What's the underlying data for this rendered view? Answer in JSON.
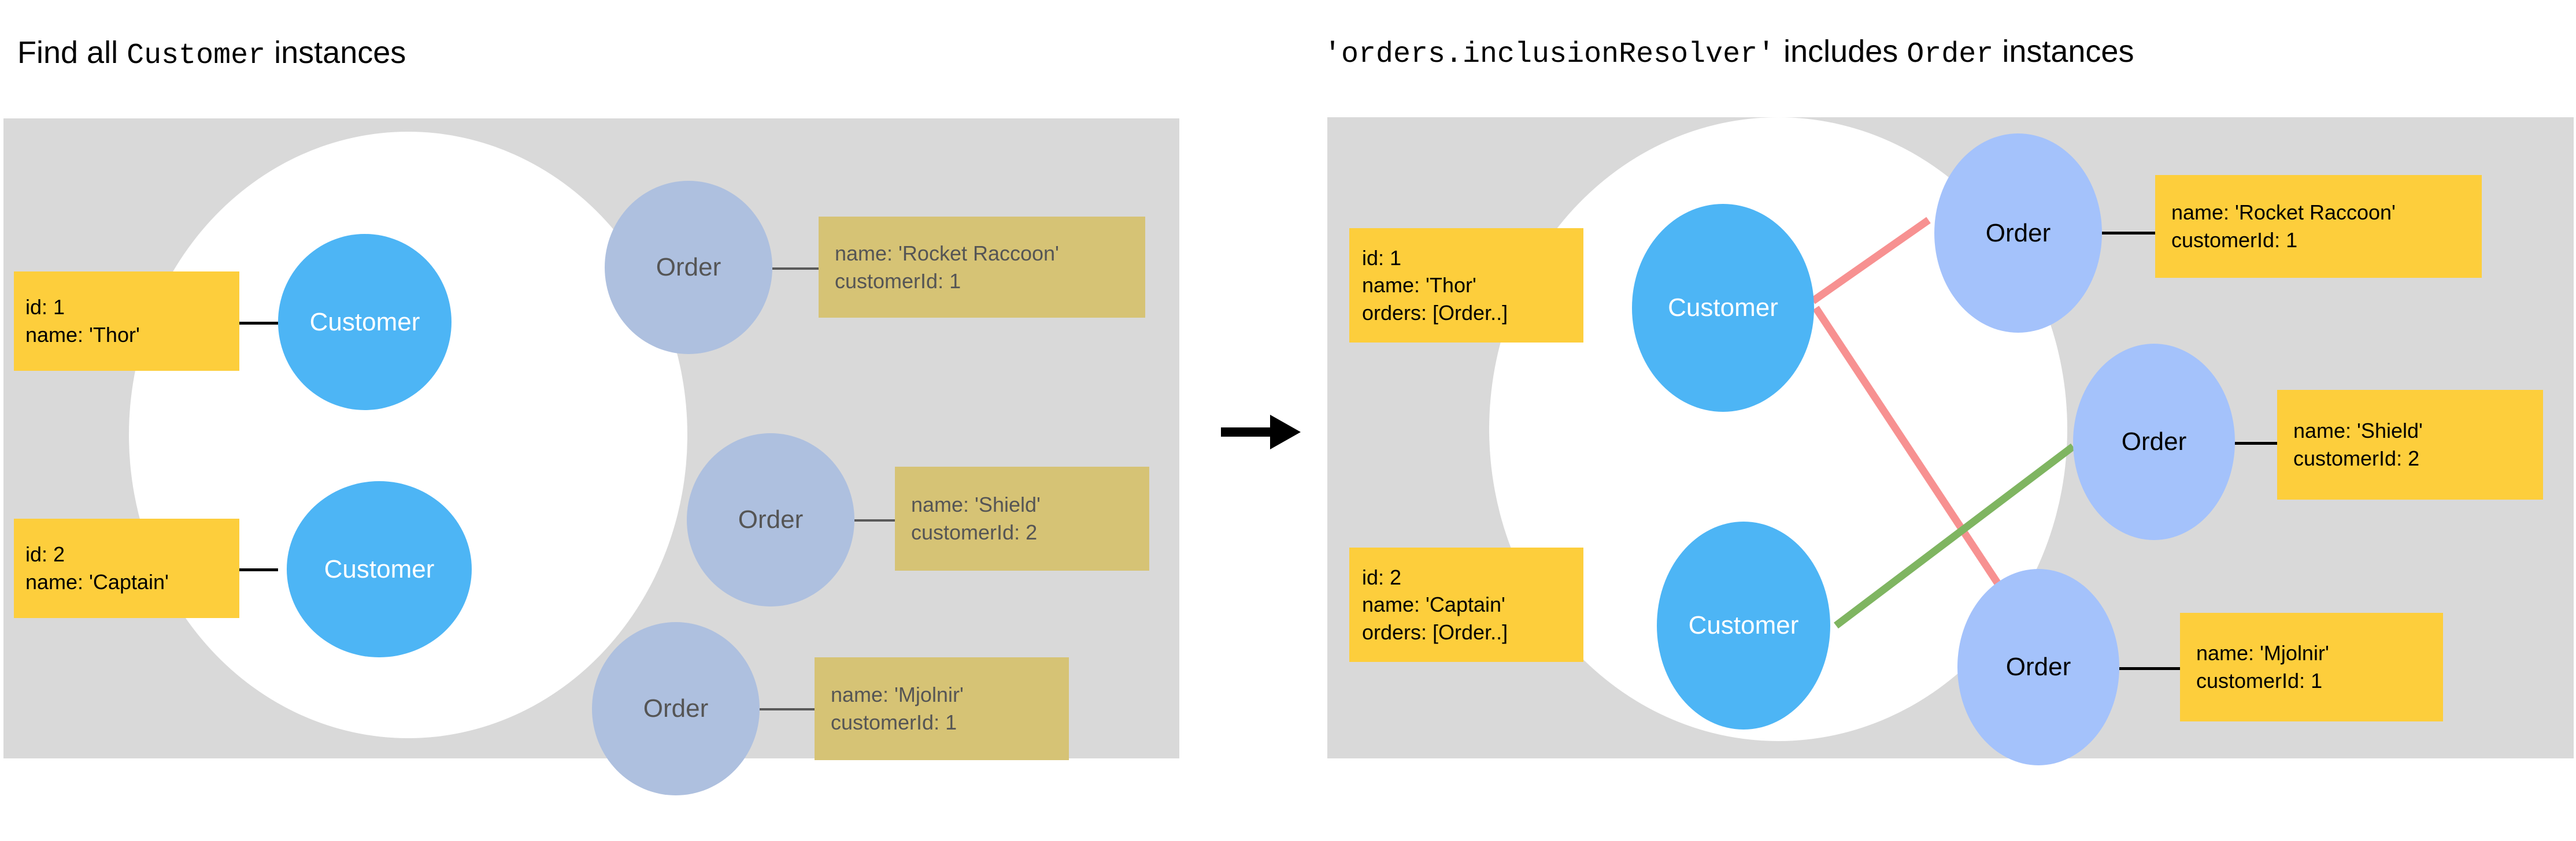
{
  "meta": {
    "colors": {
      "panel_bg": "#d9d9d9",
      "ellipse_fill": "#ffffff",
      "customer_node": "#4db5f5",
      "order_node_dim": "#aec0df",
      "order_node_live": "#a4c2fb",
      "label_bright": "#fdce3c",
      "label_dim": "#d6c375",
      "relation_red": "#f79191",
      "relation_green": "#7fb561",
      "connector_black": "#000000",
      "connector_gray": "#5a5a5a",
      "text_dark": "#000000",
      "text_muted": "#555555"
    }
  },
  "left_panel": {
    "title": {
      "prefix": "Find all ",
      "code": "Customer",
      "suffix": " instances"
    },
    "highlight_shape": "white-ellipse-around-customers",
    "customers": [
      {
        "node_label": "Customer",
        "fields": [
          "id: 1",
          "name: 'Thor'"
        ]
      },
      {
        "node_label": "Customer",
        "fields": [
          "id: 2",
          "name: 'Captain'"
        ]
      }
    ],
    "orders": [
      {
        "node_label": "Order",
        "fields": [
          "name:  'Rocket Raccoon'",
          "customerId: 1"
        ]
      },
      {
        "node_label": "Order",
        "fields": [
          "name:  'Shield'",
          "customerId: 2"
        ]
      },
      {
        "node_label": "Order",
        "fields": [
          "name:  'Mjolnir'",
          "customerId: 1"
        ]
      }
    ]
  },
  "flow": {
    "arrow_icon": "arrow-right-icon"
  },
  "right_panel": {
    "title": {
      "code_prefix": "'orders.inclusionResolver'",
      "middle": " includes ",
      "code_suffix": "Order",
      "suffix": " instances"
    },
    "highlight_shape": "white-ellipse-around-customers-and-orders",
    "customers": [
      {
        "node_label": "Customer",
        "fields": [
          "id: 1",
          "name: 'Thor'",
          "orders: [Order..]"
        ]
      },
      {
        "node_label": "Customer",
        "fields": [
          "id: 2",
          "name: 'Captain'",
          "orders: [Order..]"
        ]
      }
    ],
    "orders": [
      {
        "node_label": "Order",
        "fields": [
          "name:  'Rocket Raccoon'",
          "customerId: 1"
        ]
      },
      {
        "node_label": "Order",
        "fields": [
          "name:  'Shield'",
          "customerId: 2"
        ]
      },
      {
        "node_label": "Order",
        "fields": [
          "name:  'Mjolnir'",
          "customerId: 1"
        ]
      }
    ],
    "relations": [
      {
        "from": "customer-1-thor",
        "to": "order-rocket-raccoon",
        "color": "#f79191"
      },
      {
        "from": "customer-1-thor",
        "to": "order-mjolnir",
        "color": "#f79191"
      },
      {
        "from": "customer-2-captain",
        "to": "order-shield",
        "color": "#7fb561"
      }
    ]
  }
}
